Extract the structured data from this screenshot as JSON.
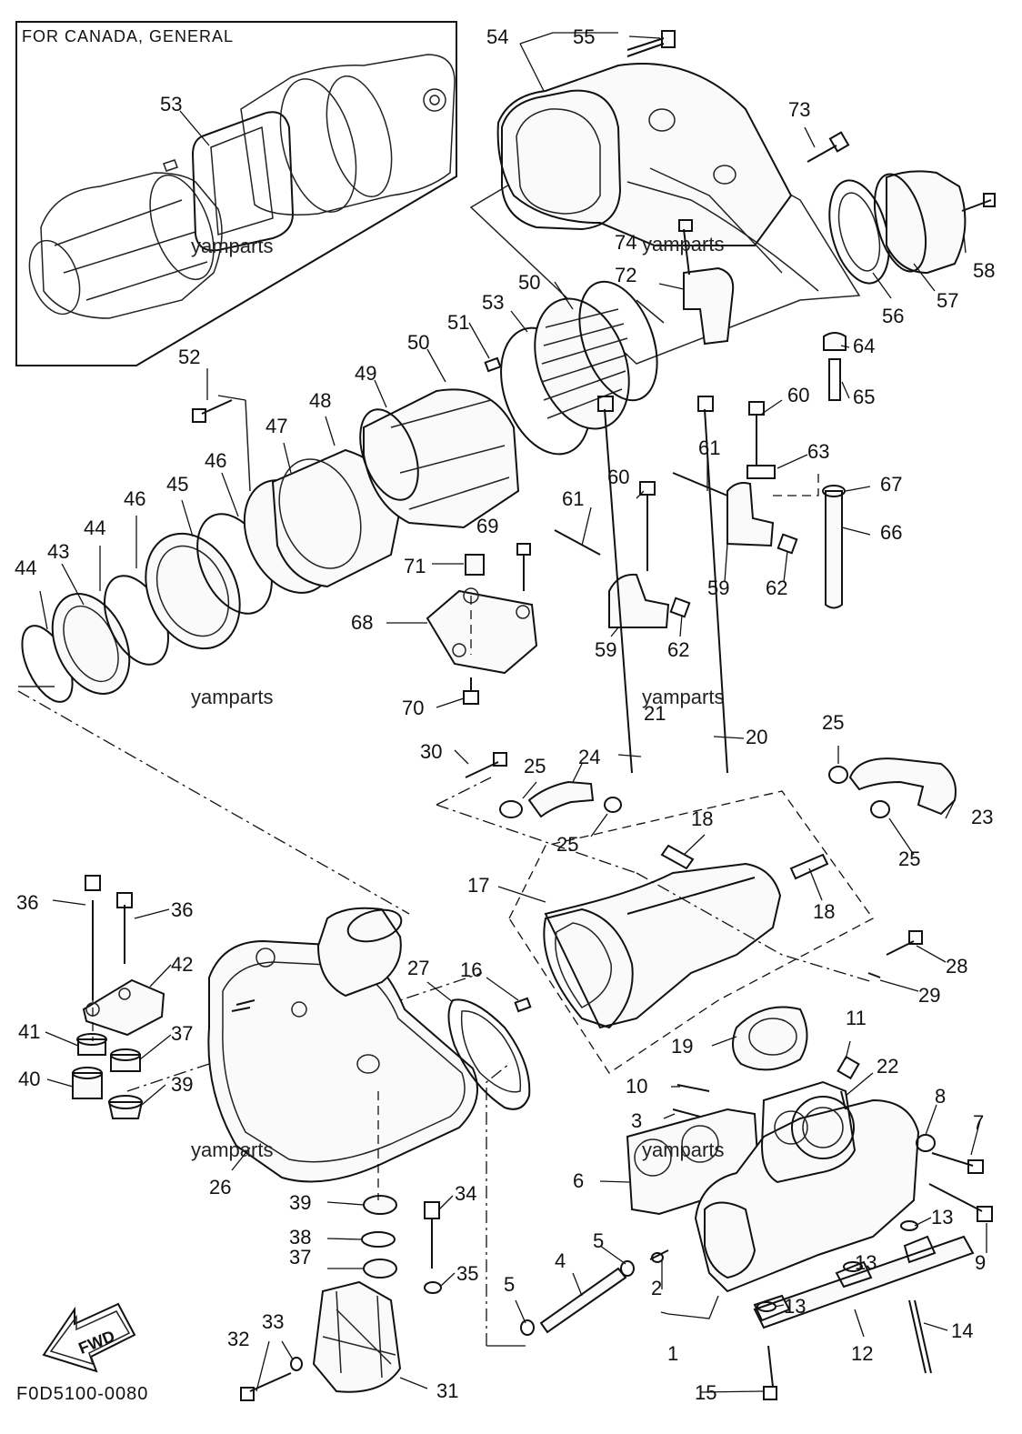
{
  "inset": {
    "title": "FOR CANADA, GENERAL"
  },
  "watermark": "yamparts",
  "figure_code": "F0D5100-0080",
  "fwd_label": "FWD",
  "part_numbers": [
    "1",
    "2",
    "3",
    "4",
    "5",
    "6",
    "7",
    "8",
    "9",
    "10",
    "11",
    "12",
    "13",
    "14",
    "15",
    "16",
    "17",
    "18",
    "19",
    "20",
    "21",
    "22",
    "23",
    "24",
    "25",
    "26",
    "27",
    "28",
    "29",
    "30",
    "31",
    "32",
    "33",
    "34",
    "35",
    "36",
    "37",
    "38",
    "39",
    "40",
    "41",
    "42",
    "43",
    "44",
    "45",
    "46",
    "47",
    "48",
    "49",
    "50",
    "51",
    "52",
    "53",
    "54",
    "55",
    "56",
    "57",
    "58",
    "59",
    "60",
    "61",
    "62",
    "63",
    "64",
    "65",
    "66",
    "67",
    "68",
    "69",
    "70",
    "71",
    "72",
    "73",
    "74"
  ],
  "callouts": [
    {
      "n": "53"
    },
    {
      "n": "54"
    },
    {
      "n": "55"
    },
    {
      "n": "73"
    },
    {
      "n": "74"
    },
    {
      "n": "72"
    },
    {
      "n": "58"
    },
    {
      "n": "56"
    },
    {
      "n": "57"
    },
    {
      "n": "50"
    },
    {
      "n": "51"
    },
    {
      "n": "53"
    },
    {
      "n": "50"
    },
    {
      "n": "49"
    },
    {
      "n": "52"
    },
    {
      "n": "48"
    },
    {
      "n": "47"
    },
    {
      "n": "46"
    },
    {
      "n": "45"
    },
    {
      "n": "46"
    },
    {
      "n": "44"
    },
    {
      "n": "43"
    },
    {
      "n": "44"
    },
    {
      "n": "64"
    },
    {
      "n": "65"
    },
    {
      "n": "60"
    },
    {
      "n": "61"
    },
    {
      "n": "63"
    },
    {
      "n": "67"
    },
    {
      "n": "66"
    },
    {
      "n": "59"
    },
    {
      "n": "62"
    },
    {
      "n": "60"
    },
    {
      "n": "61"
    },
    {
      "n": "69"
    },
    {
      "n": "71"
    },
    {
      "n": "68"
    },
    {
      "n": "59"
    },
    {
      "n": "62"
    },
    {
      "n": "70"
    },
    {
      "n": "21"
    },
    {
      "n": "20"
    },
    {
      "n": "25"
    },
    {
      "n": "30"
    },
    {
      "n": "25"
    },
    {
      "n": "24"
    },
    {
      "n": "23"
    },
    {
      "n": "25"
    },
    {
      "n": "18"
    },
    {
      "n": "25"
    },
    {
      "n": "17"
    },
    {
      "n": "18"
    },
    {
      "n": "28"
    },
    {
      "n": "29"
    },
    {
      "n": "36"
    },
    {
      "n": "36"
    },
    {
      "n": "42"
    },
    {
      "n": "27"
    },
    {
      "n": "16"
    },
    {
      "n": "19"
    },
    {
      "n": "11"
    },
    {
      "n": "22"
    },
    {
      "n": "41"
    },
    {
      "n": "37"
    },
    {
      "n": "40"
    },
    {
      "n": "39"
    },
    {
      "n": "10"
    },
    {
      "n": "8"
    },
    {
      "n": "7"
    },
    {
      "n": "3"
    },
    {
      "n": "6"
    },
    {
      "n": "26"
    },
    {
      "n": "39"
    },
    {
      "n": "34"
    },
    {
      "n": "38"
    },
    {
      "n": "13"
    },
    {
      "n": "9"
    },
    {
      "n": "5"
    },
    {
      "n": "37"
    },
    {
      "n": "35"
    },
    {
      "n": "4"
    },
    {
      "n": "13"
    },
    {
      "n": "2"
    },
    {
      "n": "5"
    },
    {
      "n": "13"
    },
    {
      "n": "14"
    },
    {
      "n": "33"
    },
    {
      "n": "1"
    },
    {
      "n": "12"
    },
    {
      "n": "32"
    },
    {
      "n": "31"
    },
    {
      "n": "15"
    }
  ]
}
